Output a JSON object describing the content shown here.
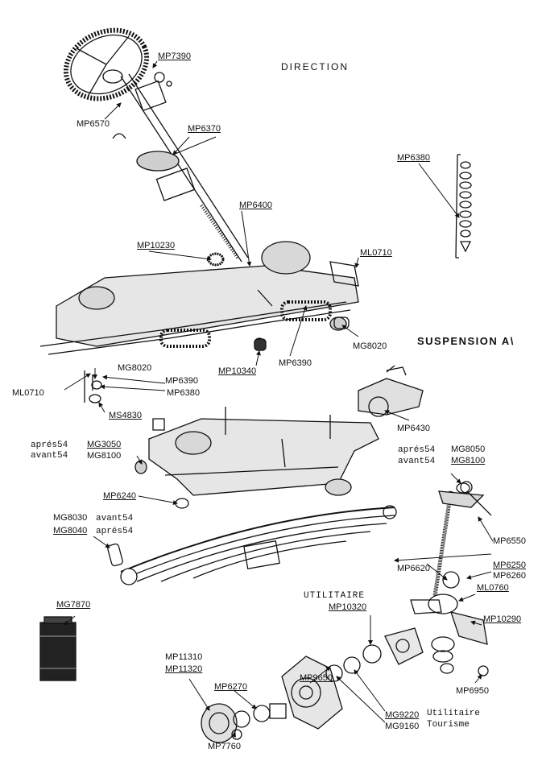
{
  "titles": {
    "direction": "DIRECTION",
    "suspension": "SUSPENSION A\\"
  },
  "labels": {
    "mp7390": "MP7390",
    "mp6570": "MP6570",
    "mp6370": "MP6370",
    "mp6380_top": "MP6380",
    "mp6400": "MP6400",
    "mp10230": "MP10230",
    "ml0710_right": "ML0710",
    "mg8020_right": "MG8020",
    "mg8020_left": "MG8020",
    "mp6390_left": "MP6390",
    "mp6380_left": "MP6380",
    "ml0710_left": "ML0710",
    "mp10340": "MP10340",
    "mp6390_right": "MP6390",
    "ms4830": "MS4830",
    "mp6430": "MP6430",
    "apres54_a": "aprés54",
    "mg3050": "MG3050",
    "avant54_a": "avant54",
    "mg8100_a": "MG8100",
    "apres54_b": "aprés54",
    "mg8050": "MG8050",
    "avant54_b": "avant54",
    "mg8100_b": "MG8100",
    "mp6240": "MP6240",
    "mg8030": "MG8030",
    "avant54_c": "avant54",
    "mg8040": "MG8040",
    "apres54_c": "aprés54",
    "mp6550": "MP6550",
    "mp6620": "MP6620",
    "mp6250": "MP6250",
    "mp6260": "MP6260",
    "ml0760": "ML0760",
    "mp10290": "MP10290",
    "utilitaire_top": "UTILITAIRE",
    "mp10320": "MP10320",
    "mg7870": "MG7870",
    "mp9650": "MP9650",
    "mp11310": "MP11310",
    "mp11320": "MP11320",
    "mp6270": "MP6270",
    "mp6950": "MP6950",
    "mg9220": "MG9220",
    "utilitaire": "Utilitaire",
    "mg9160": "MG9160",
    "tourisme": "Tourisme",
    "mp7760": "MP7760"
  }
}
